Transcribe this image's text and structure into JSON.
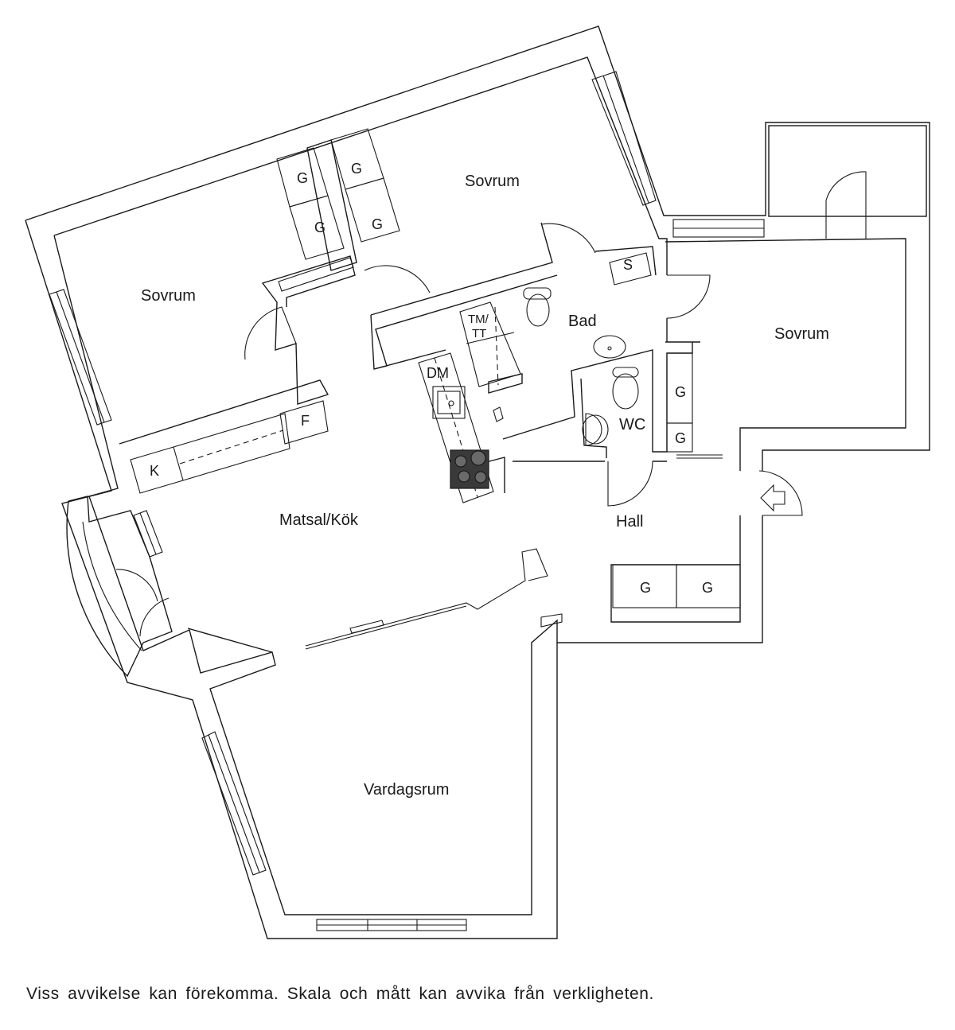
{
  "rooms": {
    "sovrum_top_left": "Sovrum",
    "sovrum_top_center": "Sovrum",
    "sovrum_right": "Sovrum",
    "bad": "Bad",
    "wc": "WC",
    "matsal_kok": "Matsal/Kök",
    "hall": "Hall",
    "vardagsrum": "Vardagsrum"
  },
  "fixtures": {
    "g": "G",
    "f": "F",
    "k": "K",
    "s": "S",
    "dm": "DM",
    "tm_line1": "TM/",
    "tm_line2": "TT"
  },
  "disclaimer": "Viss avvikelse kan förekomma. Skala och mått kan avvika från verkligheten."
}
